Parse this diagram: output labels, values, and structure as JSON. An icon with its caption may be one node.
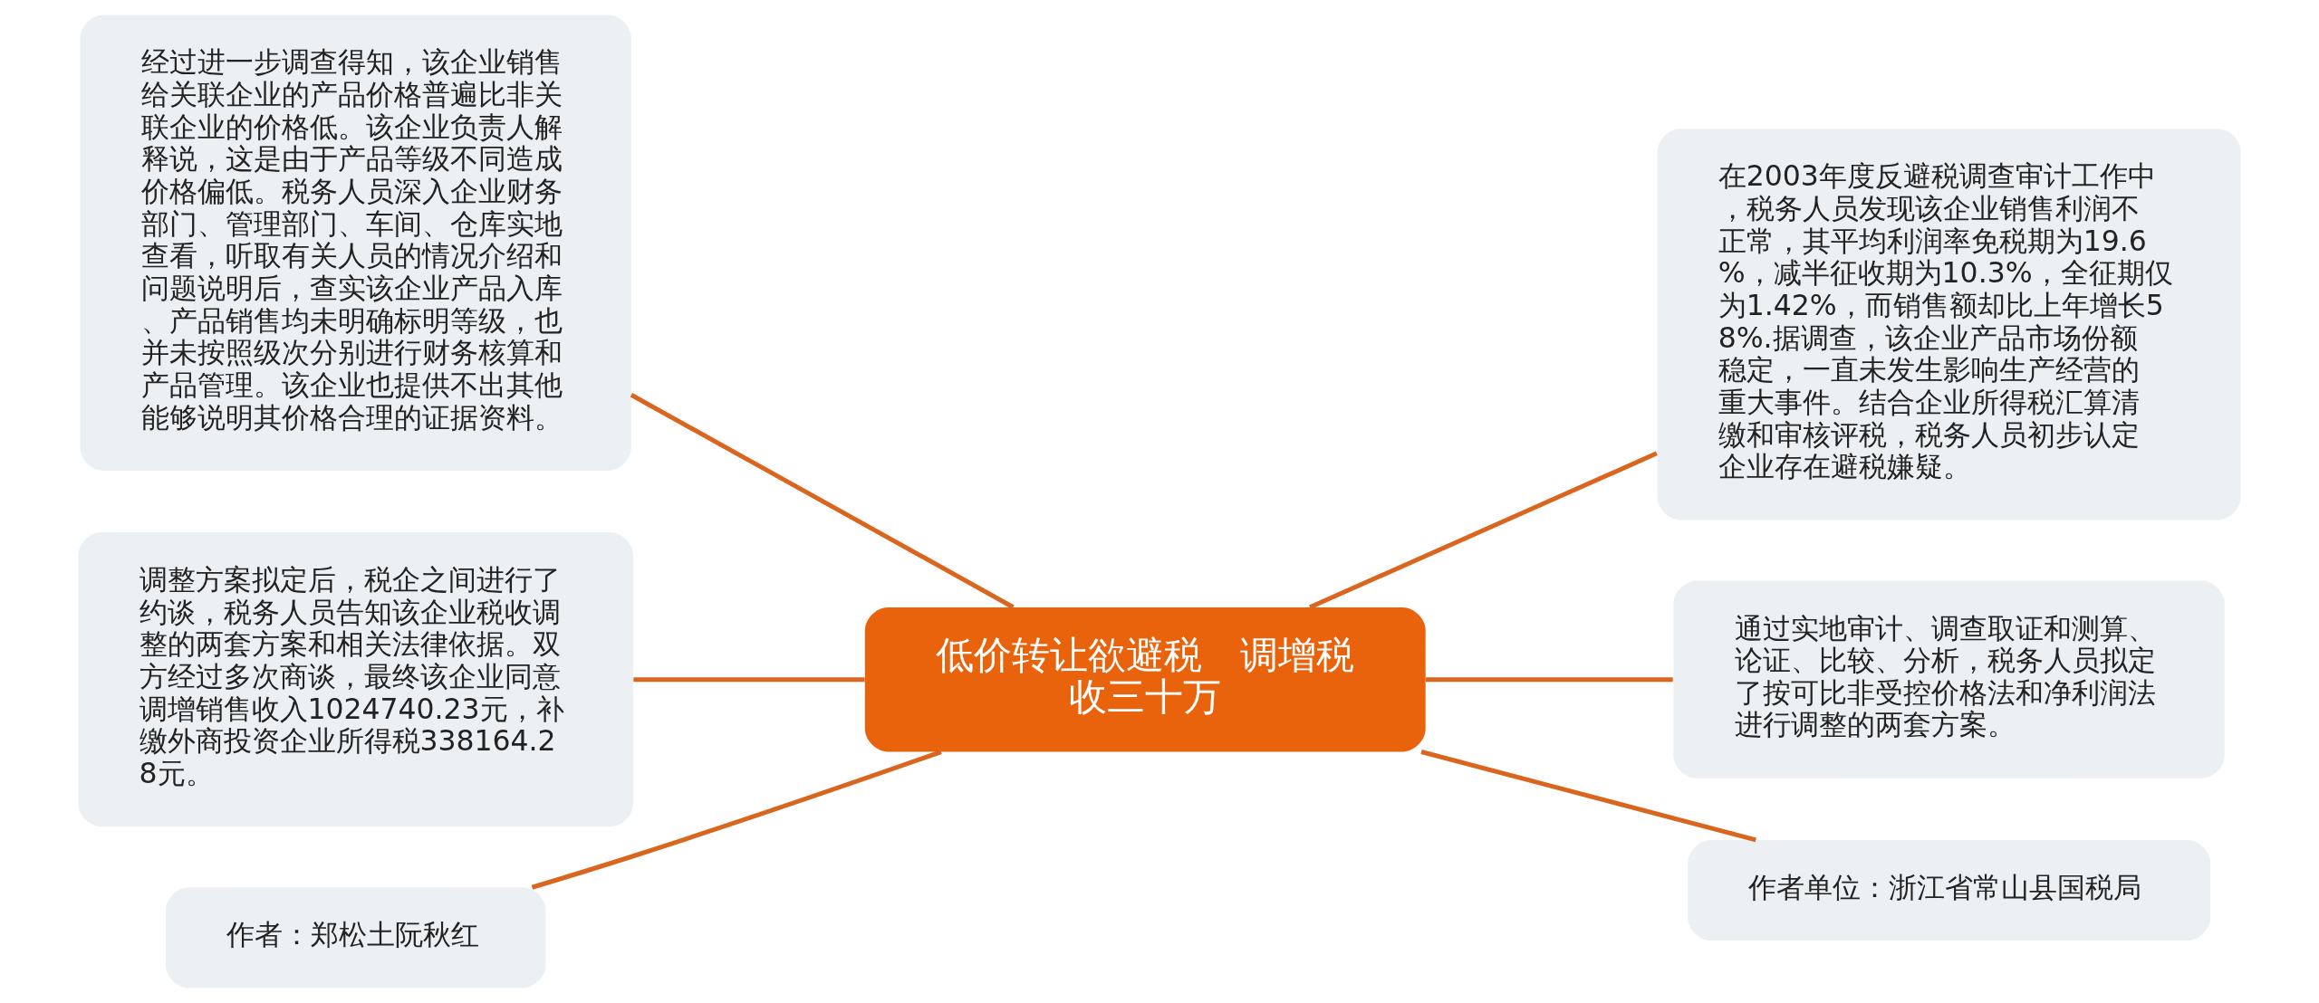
{
  "diagram": {
    "nodes": [
      {
        "text": [
          "低价转让欲避税　调增税收三十万"
        ]
      },
      {
        "text": [
          "经过进一步调查得知，该企业销售给关联企业的产品价格普遍比非关联企业的价格低。该企业负责人解释说，这是由于产品等级不同造成价格偏低。税务人员深入企业财务部门、管理部门、车间、仓库实地查看，听取有关人员的情况介绍和问题说明后，查实该企业产品入库、产品销售均未明确标明等级，也并未按照级次分别进行财务核算和产品管理。该企业也提供不出其他能够说明其价格合理的证据资料。"
        ]
      },
      {
        "text": [
          "调整方案拟定后，税企之间进行了约谈，税务人员告知该企业税收调整的两套方案和相关法律依据。双方经过多次商谈，最终该企业同意调增销售收入1024740.23元，补缴外商投资企业所得税338164.28元。"
        ]
      },
      {
        "text": [
          "作者：郑松土阮秋红"
        ]
      },
      {
        "text": [
          "在2003年度反避税调查审计工作中，税务人员发现该企业销售利润不正常，其平均利润率免税期为19.6%，减半征收期为10.3%，全征期仅为1.42%，而销售额却比上年增长58%.据调查，该企业产品市场份额稳定，一直未发生影响生产经营的重大事件。结合企业所得税汇算清缴和审核评税，税务人员初步认定企业存在避税嫌疑。"
        ]
      },
      {
        "text": [
          "通过实地审计、调查取证和测算、论证、比较、分析，税务人员拟定了按可比非受控价格法和净利润法进行调整的两套方案。"
        ]
      },
      {
        "text": [
          "作者单位：浙江省常山县国税局"
        ]
      }
    ],
    "edges": [
      {
        "from": 1,
        "to": 0,
        "arrow": "none"
      },
      {
        "from": 2,
        "to": 0,
        "arrow": "none"
      },
      {
        "from": 3,
        "to": 0,
        "arrow": "none"
      },
      {
        "from": 0,
        "to": 4,
        "arrow": "none"
      },
      {
        "from": 0,
        "to": 5,
        "arrow": "none"
      },
      {
        "from": 0,
        "to": 6,
        "arrow": "none"
      }
    ]
  }
}
